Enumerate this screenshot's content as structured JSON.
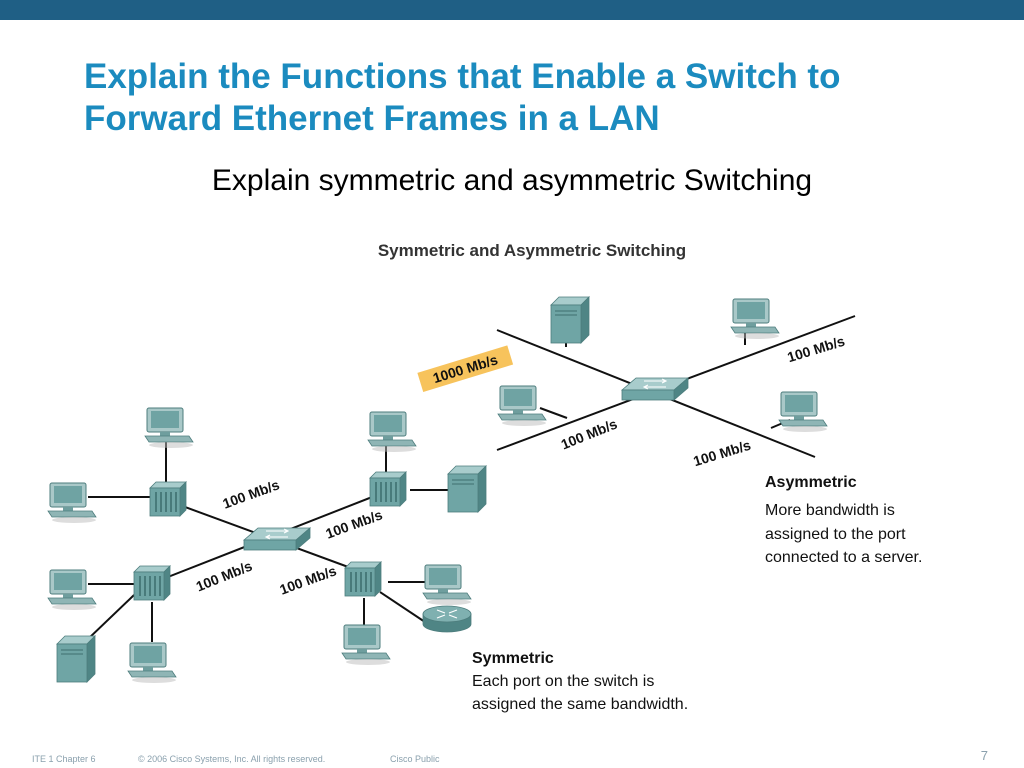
{
  "slide": {
    "title": "Explain the Functions that Enable a Switch to Forward Ethernet Frames in a LAN",
    "subtitle": "Explain symmetric and asymmetric Switching",
    "page_number": "7"
  },
  "figure": {
    "heading": "Symmetric and Asymmetric Switching",
    "asymmetric": {
      "server_link_label": "1000 Mb/s",
      "link_label_right": "100 Mb/s",
      "link_label_bottom_left": "100 Mb/s",
      "link_label_bottom_right": "100 Mb/s",
      "caption_title": "Asymmetric",
      "caption_lines": [
        "More bandwidth is",
        "assigned to the port",
        "connected to a server."
      ]
    },
    "symmetric": {
      "link_label_upper_left": "100 Mb/s",
      "link_label_upper_right": "100 Mb/s",
      "link_label_lower_left": "100 Mb/s",
      "link_label_lower_right": "100 Mb/s",
      "caption_title": "Symmetric",
      "caption_lines": [
        "Each port on the switch is",
        "assigned the same bandwidth."
      ]
    }
  },
  "footer": {
    "course": "ITE 1 Chapter 6",
    "copyright": "© 2006 Cisco Systems, Inc. All rights reserved.",
    "classification": "Cisco Public"
  },
  "colors": {
    "top_bar": "#1f5f85",
    "title": "#1b8bbf",
    "highlight_label": "#f7c35c",
    "device": "#5c9a9a"
  }
}
